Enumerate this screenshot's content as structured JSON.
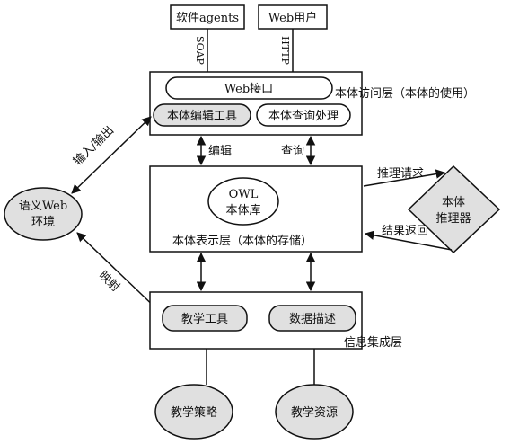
{
  "top": {
    "software_agents": "软件agents",
    "web_users": "Web用户",
    "soap": "SOAP",
    "http": "HTTP"
  },
  "access_layer": {
    "caption": "本体访问层（本体的使用）",
    "web_interface": "Web接口",
    "editor_tool": "本体编辑工具",
    "query_processing": "本体查询处理"
  },
  "arrows": {
    "edit": "编辑",
    "query": "查询",
    "io": "输入/输出",
    "mapping": "映射",
    "reason_request": "推理请求",
    "result_return": "结果返回"
  },
  "storage_layer": {
    "caption": "本体表示层（本体的存储）",
    "owl_line1": "OWL",
    "owl_line2": "本体库"
  },
  "reasoner": {
    "line1": "本体",
    "line2": "推理器"
  },
  "semantic_web": {
    "line1": "语义Web",
    "line2": "环境"
  },
  "integration_layer": {
    "caption": "信息集成层",
    "teaching_tools": "教学工具",
    "data_description": "数据描述"
  },
  "bottom": {
    "teaching_strategy": "教学策略",
    "teaching_resources": "教学资源"
  }
}
